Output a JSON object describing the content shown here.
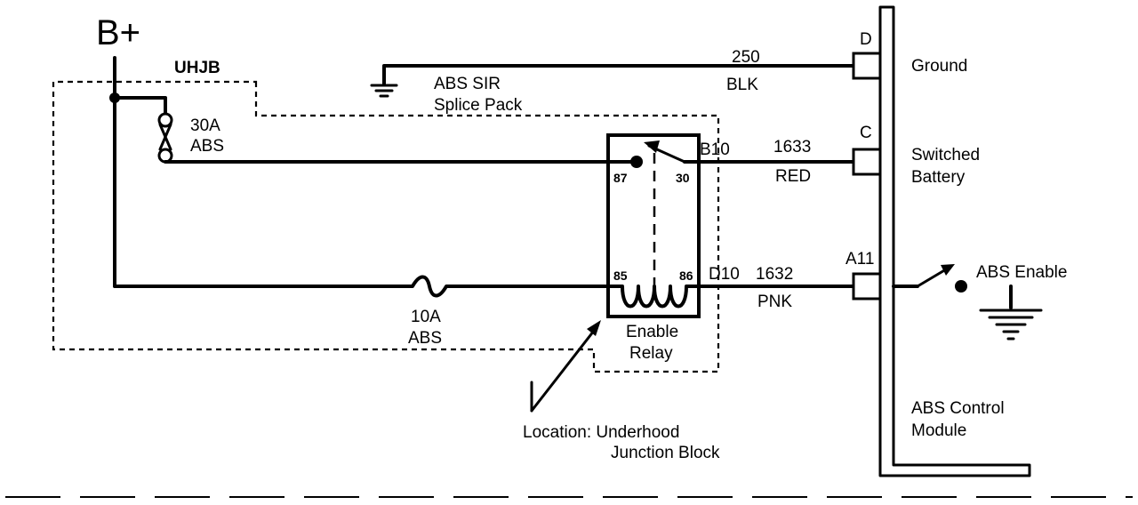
{
  "labels": {
    "b_plus": "B+",
    "uhjb": "UHJB",
    "fuse30_amp": "30A",
    "fuse30_name": "ABS",
    "fuse10_amp": "10A",
    "fuse10_name": "ABS",
    "splice_line1": "ABS SIR",
    "splice_line2": "Splice Pack",
    "circuit_ground_num": "250",
    "circuit_ground_color": "BLK",
    "circuit_battery_num": "1633",
    "circuit_battery_color": "RED",
    "circuit_enable_num": "1632",
    "circuit_enable_color": "PNK",
    "pin_b10": "B10",
    "pin_d10": "D10",
    "pin_87": "87",
    "pin_30": "30",
    "pin_85": "85",
    "pin_86": "86",
    "conn_d": "D",
    "conn_c": "C",
    "conn_a11": "A11",
    "ground_label": "Ground",
    "switched_line1": "Switched",
    "switched_line2": "Battery",
    "abs_enable": "ABS Enable",
    "relay_line1": "Enable",
    "relay_line2": "Relay",
    "location_line1": "Location:  Underhood",
    "location_line2": "Junction Block",
    "module_line1": "ABS Control",
    "module_line2": "Module"
  }
}
